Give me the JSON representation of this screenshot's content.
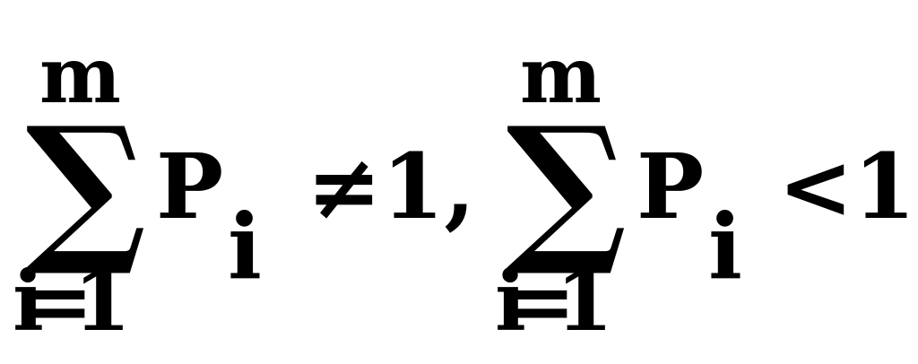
{
  "formula": {
    "left": {
      "upper_limit": "m",
      "operator": "∑",
      "lower_limit": "i=1",
      "term": "P",
      "subscript": "i",
      "relation": "≠1,"
    },
    "right": {
      "upper_limit": "m",
      "operator": "∑",
      "lower_limit": "i=1",
      "term": "P",
      "subscript": "i",
      "relation": "<1"
    }
  }
}
